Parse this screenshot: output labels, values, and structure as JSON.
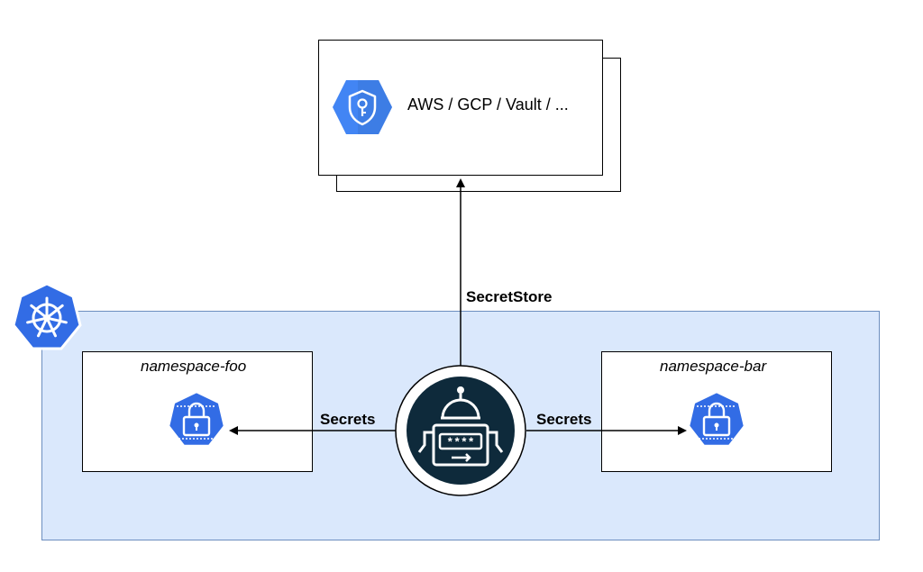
{
  "provider": {
    "label": "AWS / GCP / Vault / ...",
    "icon": "security-shield-key-icon",
    "color": "#4285f4"
  },
  "cluster": {
    "icon": "kubernetes-icon",
    "fill_color": "#dae8fc",
    "stroke_color": "#6c8ebf",
    "namespaces": [
      {
        "label": "namespace-foo",
        "icon": "kubernetes-secret-icon"
      },
      {
        "label": "namespace-bar",
        "icon": "kubernetes-secret-icon"
      }
    ]
  },
  "operator": {
    "icon": "secret-robot-icon",
    "masked_text": "****",
    "color": "#0e2a3b"
  },
  "edges": {
    "secretstore_label": "SecretStore",
    "secrets_left_label": "Secrets",
    "secrets_right_label": "Secrets"
  }
}
